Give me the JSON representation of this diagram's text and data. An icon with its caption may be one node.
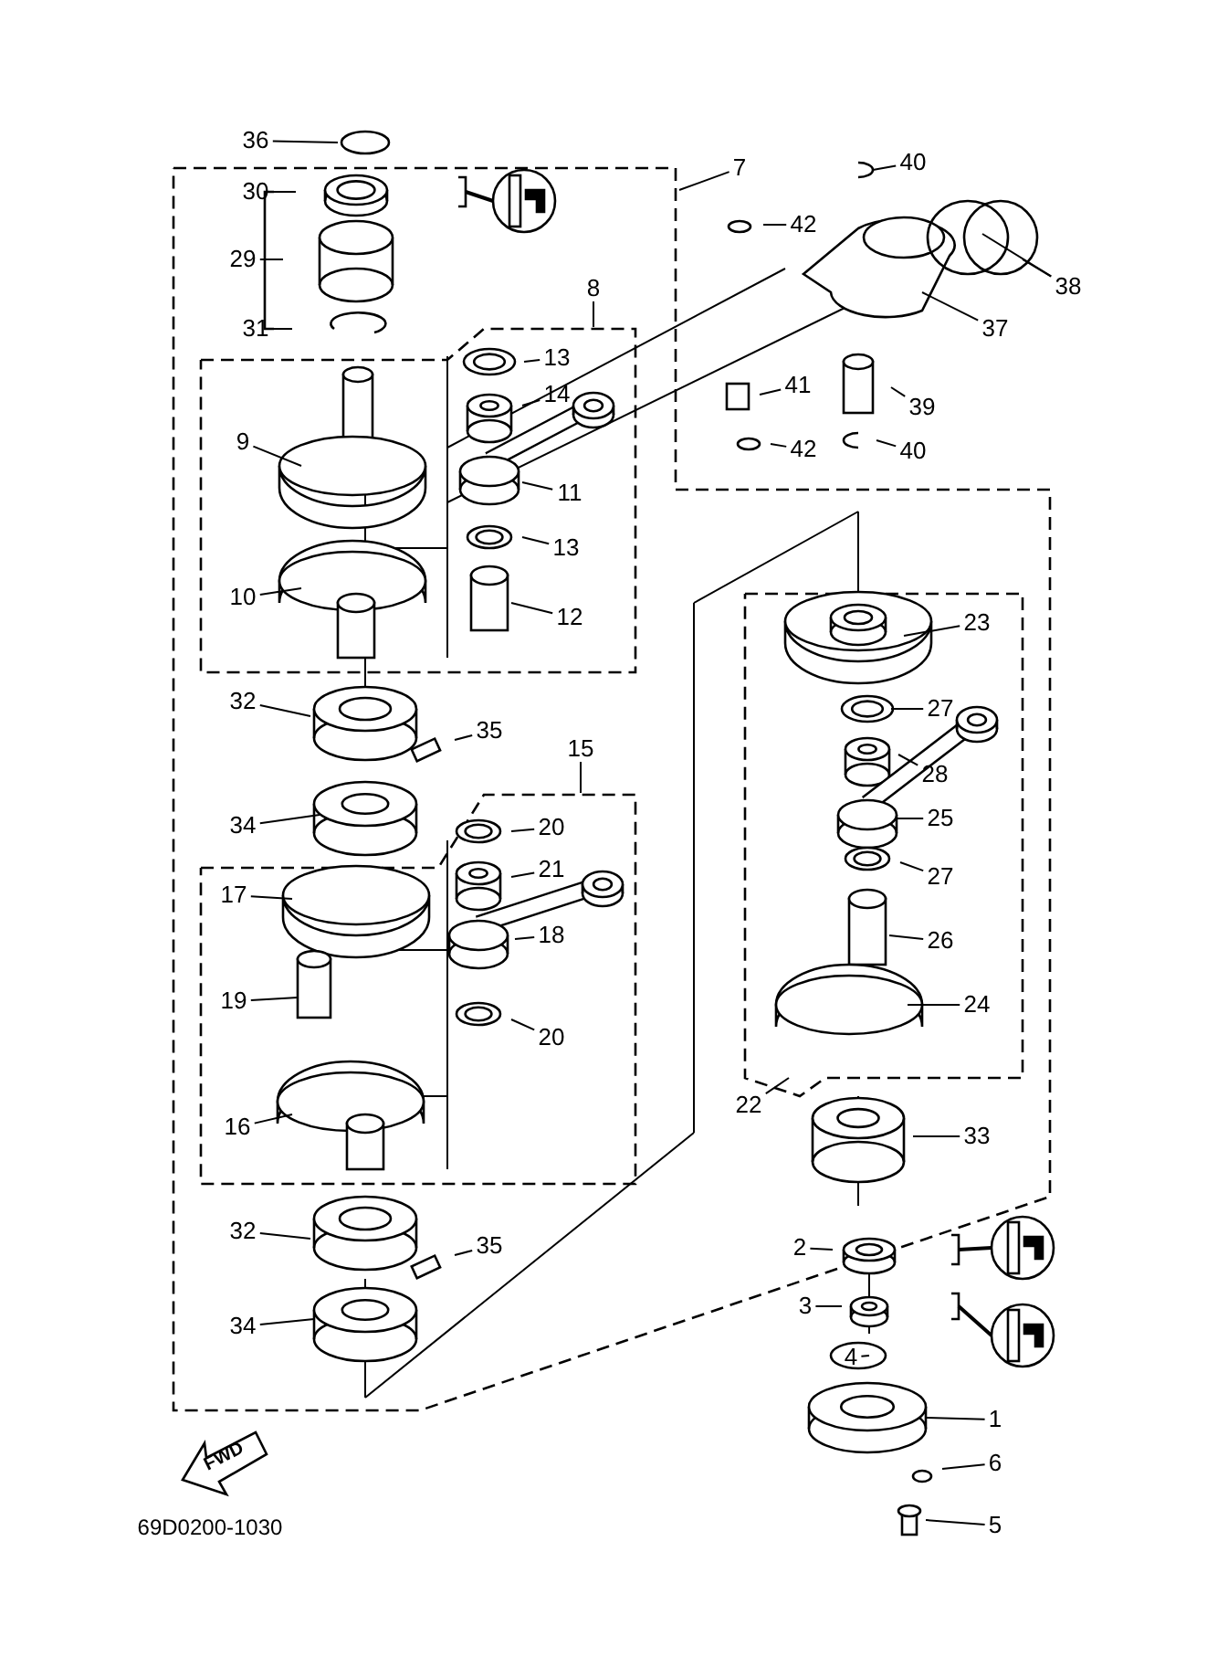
{
  "diagram": {
    "nodes": [
      {
        "text": [
          "36"
        ]
      },
      {
        "text": [
          "40"
        ]
      },
      {
        "text": [
          "7"
        ]
      },
      {
        "text": [
          "30"
        ]
      },
      {
        "text": [
          "42"
        ]
      },
      {
        "text": [
          "29"
        ]
      },
      {
        "text": [
          "38"
        ]
      },
      {
        "text": [
          "8"
        ]
      },
      {
        "text": [
          "31"
        ]
      },
      {
        "text": [
          "37"
        ]
      },
      {
        "text": [
          "13"
        ]
      },
      {
        "text": [
          "41"
        ]
      },
      {
        "text": [
          "14"
        ]
      },
      {
        "text": [
          "39"
        ]
      },
      {
        "text": [
          "9"
        ]
      },
      {
        "text": [
          "42"
        ]
      },
      {
        "text": [
          "40"
        ]
      },
      {
        "text": [
          "11"
        ]
      },
      {
        "text": [
          "13"
        ]
      },
      {
        "text": [
          "10"
        ]
      },
      {
        "text": [
          "12"
        ]
      },
      {
        "text": [
          "23"
        ]
      },
      {
        "text": [
          "32"
        ]
      },
      {
        "text": [
          "27"
        ]
      },
      {
        "text": [
          "35"
        ]
      },
      {
        "text": [
          "15"
        ]
      },
      {
        "text": [
          "28"
        ]
      },
      {
        "text": [
          "25"
        ]
      },
      {
        "text": [
          "34"
        ]
      },
      {
        "text": [
          "20"
        ]
      },
      {
        "text": [
          "27"
        ]
      },
      {
        "text": [
          "21"
        ]
      },
      {
        "text": [
          "17"
        ]
      },
      {
        "text": [
          "26"
        ]
      },
      {
        "text": [
          "18"
        ]
      },
      {
        "text": [
          "19"
        ]
      },
      {
        "text": [
          "24"
        ]
      },
      {
        "text": [
          "20"
        ]
      },
      {
        "text": [
          "22"
        ]
      },
      {
        "text": [
          "16"
        ]
      },
      {
        "text": [
          "33"
        ]
      },
      {
        "text": [
          "32"
        ]
      },
      {
        "text": [
          "2"
        ]
      },
      {
        "text": [
          "35"
        ]
      },
      {
        "text": [
          "3"
        ]
      },
      {
        "text": [
          "34"
        ]
      },
      {
        "text": [
          "4"
        ]
      },
      {
        "text": [
          "1"
        ]
      },
      {
        "text": [
          "6"
        ]
      },
      {
        "text": [
          "5"
        ]
      }
    ],
    "edges": [
      {
        "from": 0,
        "to": null,
        "arrow": "none"
      },
      {
        "from": 1,
        "to": null,
        "arrow": "none"
      },
      {
        "from": 2,
        "to": null,
        "arrow": "none"
      },
      {
        "from": 3,
        "to": null,
        "arrow": "none"
      },
      {
        "from": 4,
        "to": null,
        "arrow": "none"
      },
      {
        "from": 5,
        "to": null,
        "arrow": "none"
      },
      {
        "from": 6,
        "to": null,
        "arrow": "none"
      },
      {
        "from": 6,
        "to": null,
        "arrow": "none"
      },
      {
        "from": 7,
        "to": null,
        "arrow": "none"
      },
      {
        "from": 8,
        "to": null,
        "arrow": "none"
      },
      {
        "from": 9,
        "to": null,
        "arrow": "none"
      },
      {
        "from": 10,
        "to": null,
        "arrow": "none"
      },
      {
        "from": 11,
        "to": null,
        "arrow": "none"
      },
      {
        "from": 12,
        "to": null,
        "arrow": "none"
      },
      {
        "from": 13,
        "to": null,
        "arrow": "none"
      },
      {
        "from": 14,
        "to": null,
        "arrow": "none"
      },
      {
        "from": 15,
        "to": null,
        "arrow": "none"
      },
      {
        "from": 16,
        "to": null,
        "arrow": "none"
      },
      {
        "from": 17,
        "to": null,
        "arrow": "none"
      },
      {
        "from": 18,
        "to": null,
        "arrow": "none"
      },
      {
        "from": 19,
        "to": null,
        "arrow": "none"
      },
      {
        "from": 20,
        "to": null,
        "arrow": "none"
      },
      {
        "from": 21,
        "to": null,
        "arrow": "none"
      },
      {
        "from": 22,
        "to": null,
        "arrow": "none"
      },
      {
        "from": 23,
        "to": null,
        "arrow": "none"
      },
      {
        "from": 24,
        "to": null,
        "arrow": "none"
      },
      {
        "from": 25,
        "to": null,
        "arrow": "none"
      },
      {
        "from": 26,
        "to": null,
        "arrow": "none"
      },
      {
        "from": 27,
        "to": null,
        "arrow": "none"
      },
      {
        "from": 28,
        "to": null,
        "arrow": "none"
      },
      {
        "from": 29,
        "to": null,
        "arrow": "none"
      },
      {
        "from": 30,
        "to": null,
        "arrow": "none"
      },
      {
        "from": 31,
        "to": null,
        "arrow": "none"
      },
      {
        "from": 32,
        "to": null,
        "arrow": "none"
      },
      {
        "from": 33,
        "to": null,
        "arrow": "none"
      },
      {
        "from": 34,
        "to": null,
        "arrow": "none"
      },
      {
        "from": 35,
        "to": null,
        "arrow": "none"
      },
      {
        "from": 36,
        "to": null,
        "arrow": "none"
      },
      {
        "from": 37,
        "to": null,
        "arrow": "none"
      },
      {
        "from": 38,
        "to": null,
        "arrow": "none"
      },
      {
        "from": 39,
        "to": null,
        "arrow": "none"
      },
      {
        "from": 40,
        "to": null,
        "arrow": "none"
      },
      {
        "from": 41,
        "to": null,
        "arrow": "none"
      },
      {
        "from": 42,
        "to": null,
        "arrow": "none"
      },
      {
        "from": 43,
        "to": null,
        "arrow": "none"
      },
      {
        "from": 44,
        "to": null,
        "arrow": "none"
      },
      {
        "from": 45,
        "to": null,
        "arrow": "none"
      },
      {
        "from": 46,
        "to": null,
        "arrow": "none"
      },
      {
        "from": 47,
        "to": null,
        "arrow": "none"
      },
      {
        "from": 48,
        "to": null,
        "arrow": "none"
      },
      {
        "from": 49,
        "to": null,
        "arrow": "none"
      }
    ],
    "labels": [
      "FWD",
      "69D0200-1030"
    ]
  }
}
